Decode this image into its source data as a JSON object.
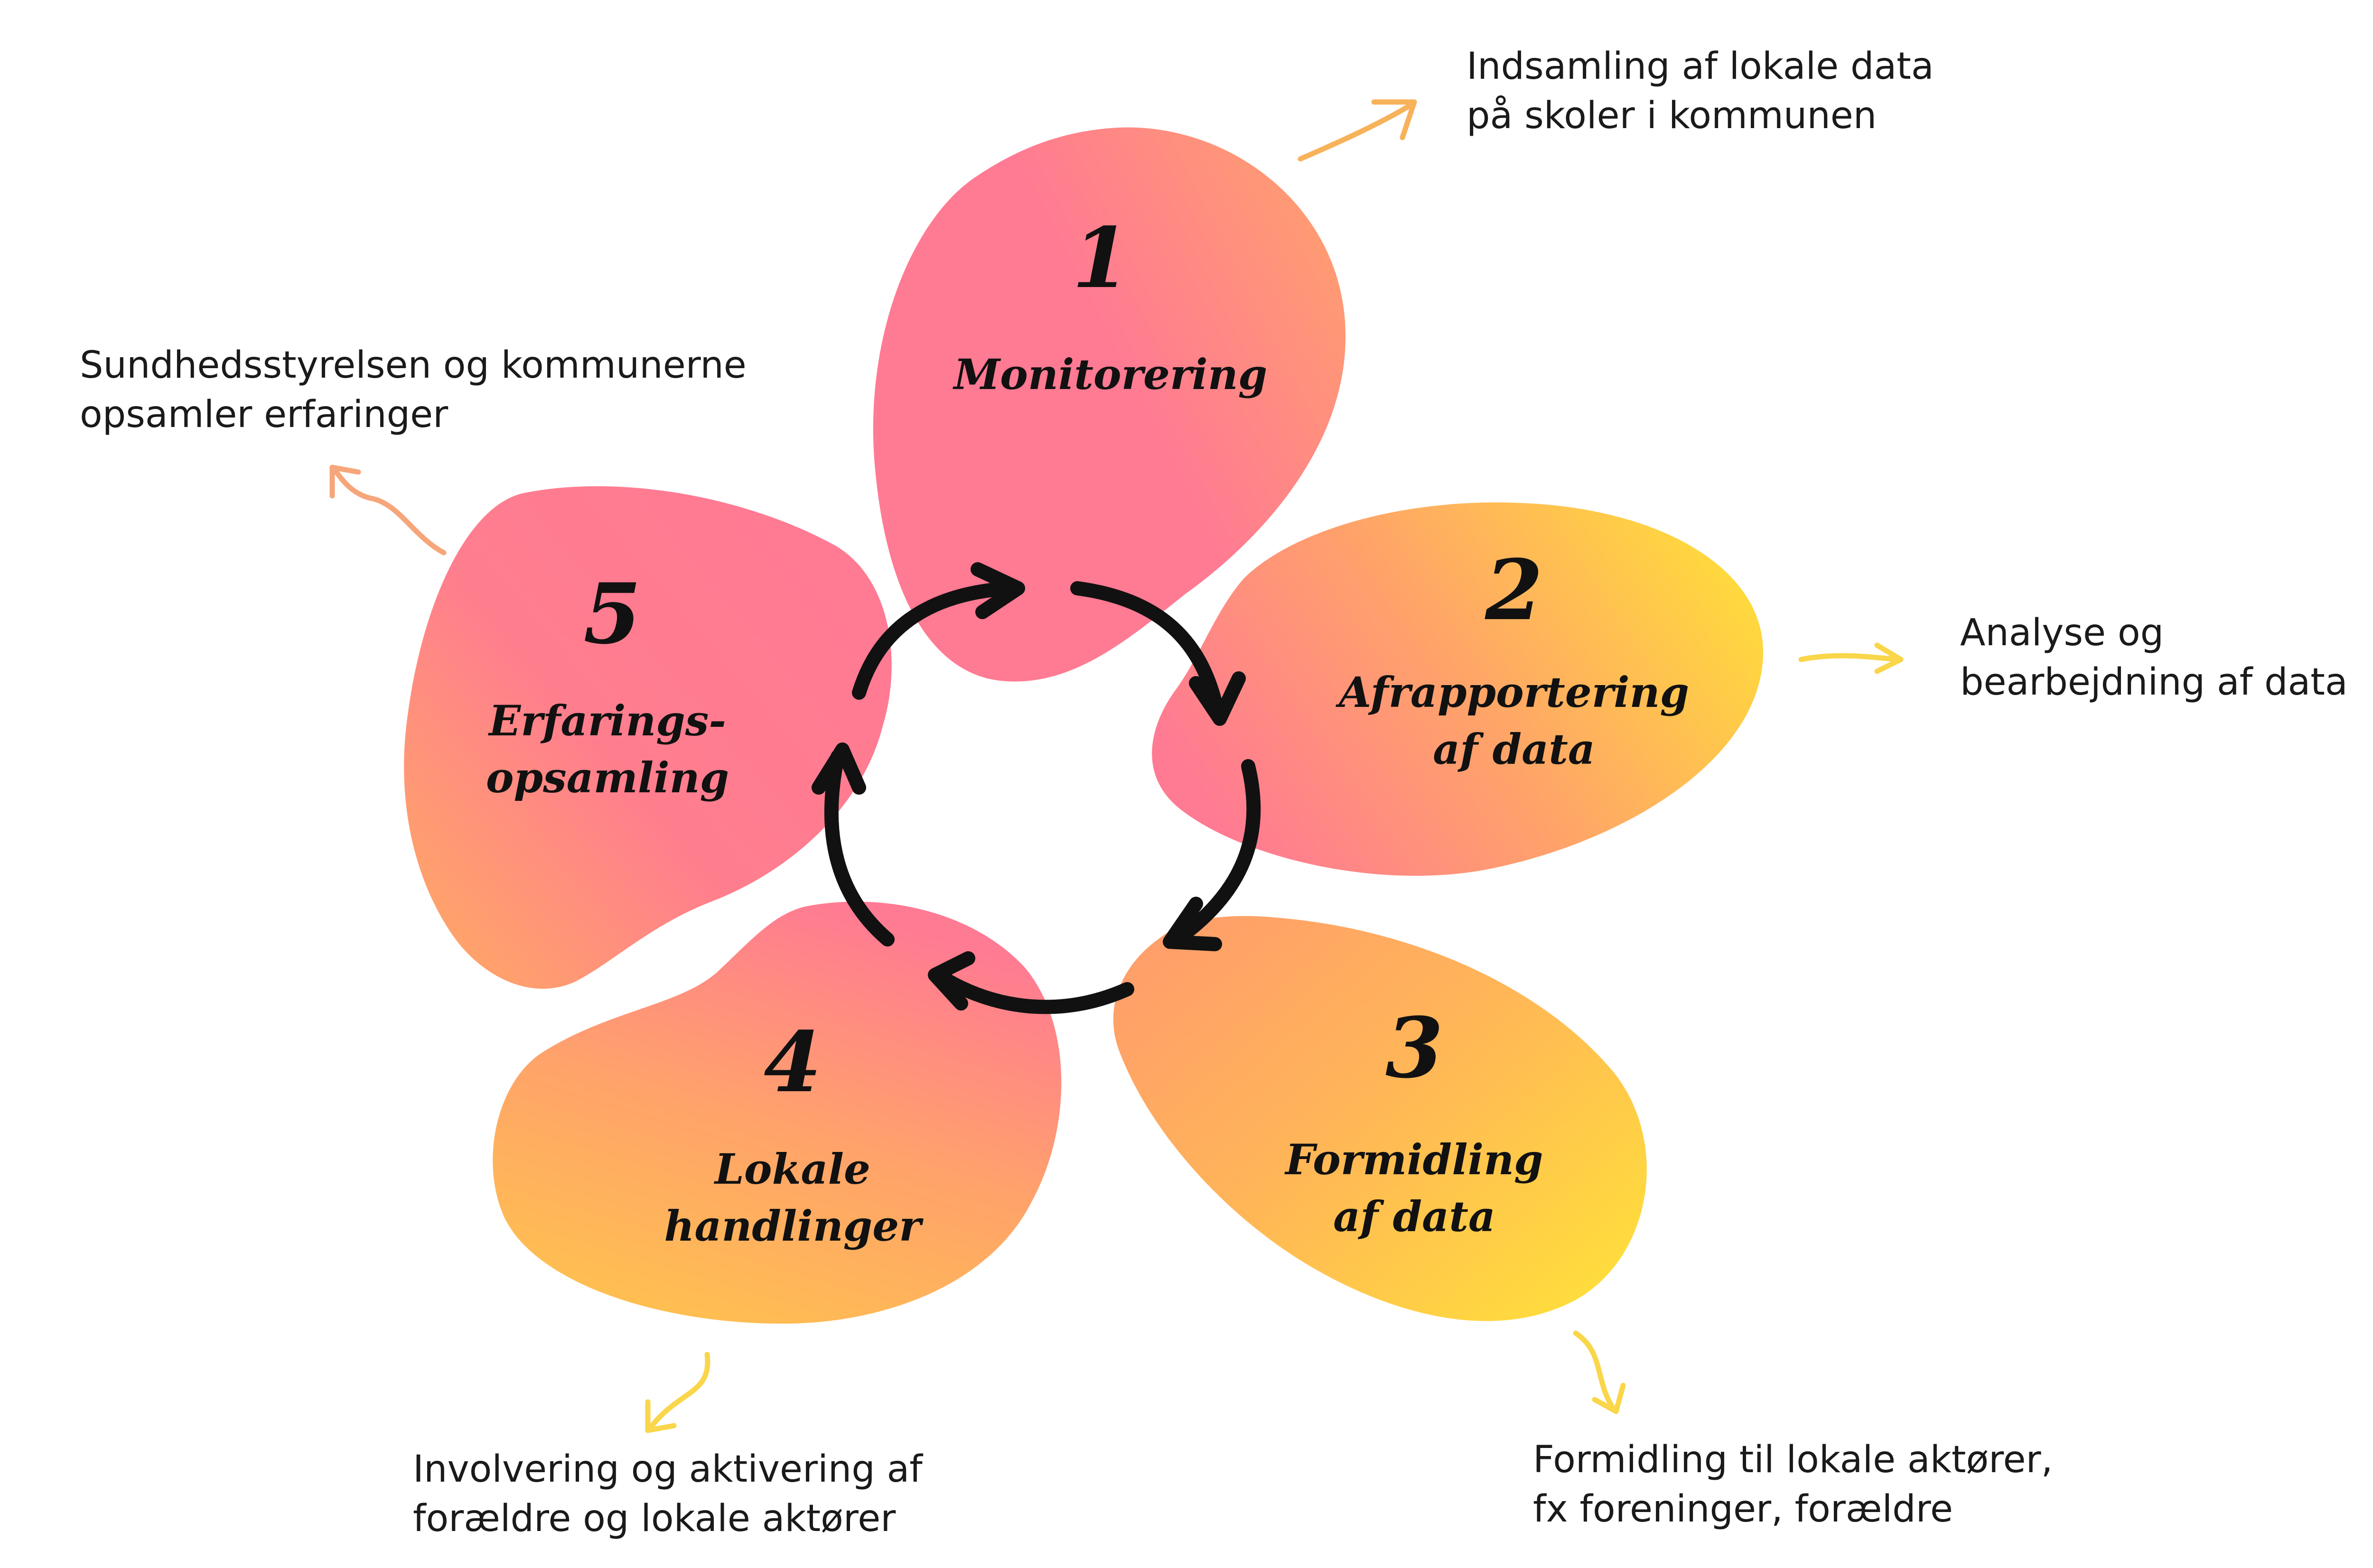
{
  "steps": [
    {
      "number": "1",
      "title": [
        "Monitorering"
      ]
    },
    {
      "number": "2",
      "title": [
        "Afrapportering",
        "af data"
      ]
    },
    {
      "number": "3",
      "title": [
        "Formidling",
        "af data"
      ]
    },
    {
      "number": "4",
      "title": [
        "Lokale",
        "handlinger"
      ]
    },
    {
      "number": "5",
      "title": [
        "Erfarings-",
        "opsamling"
      ]
    }
  ],
  "annotations": {
    "step1": [
      "Indsamling af lokale data",
      "på skoler i kommunen"
    ],
    "step2": [
      "Analyse og",
      "bearbejdning af data"
    ],
    "step3": [
      "Formidling til lokale aktører,",
      "fx foreninger, forældre"
    ],
    "step4": [
      "Involvering og aktivering af",
      "forældre og lokale aktører"
    ],
    "step5": [
      "Sundhedsstyrelsen og kommunerne",
      "opsamler erfaringer"
    ]
  },
  "colors": {
    "pink": "#FF7A93",
    "orange": "#FFA06C",
    "yellow": "#FFDA3C",
    "arrow_orange": "#F7B25A",
    "arrow_yellow": "#F9D64A",
    "cycle_arrow": "#111111"
  }
}
